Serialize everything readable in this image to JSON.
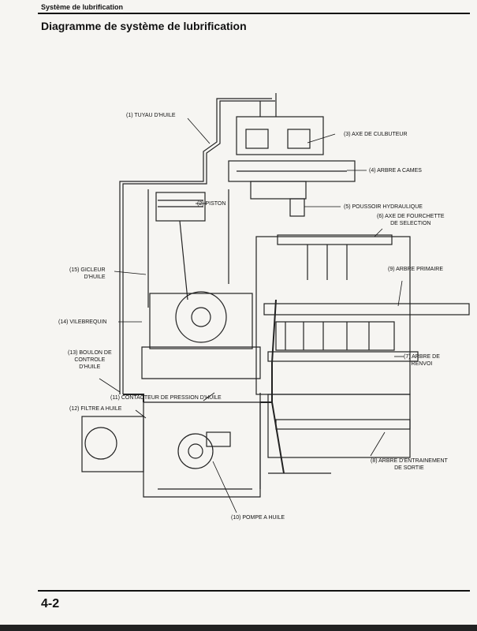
{
  "header": {
    "section": "Système de lubrification"
  },
  "title": "Diagramme de système de lubrification",
  "labels": {
    "l1": "(1) TUYAU D'HUILE",
    "l2": "(2) PISTON",
    "l3": "(3) AXE DE CULBUTEUR",
    "l4": "(4) ARBRE A CAMES",
    "l5": "(5) POUSSOIR HYDRAULIQUE",
    "l6a": "(6) AXE DE FOURCHETTE",
    "l6b": "DE SELECTION",
    "l7a": "(7) ARBRE DE",
    "l7b": "RENVOI",
    "l8a": "(8) ARBRE D'ENTRAINEMENT",
    "l8b": "DE SORTIE",
    "l9": "(9) ARBRE PRIMAIRE",
    "l10": "(10) POMPE A HUILE",
    "l11": "(11) CONTACTEUR DE PRESSION D'HUILE",
    "l12": "(12) FILTRE A HUILE",
    "l13a": "(13) BOULON DE",
    "l13b": "CONTROLE",
    "l13c": "D'HUILE",
    "l14": "(14) VILEBREQUIN",
    "l15a": "(15) GICLEUR",
    "l15b": "D'HUILE"
  },
  "footer": {
    "page": "4-2"
  }
}
